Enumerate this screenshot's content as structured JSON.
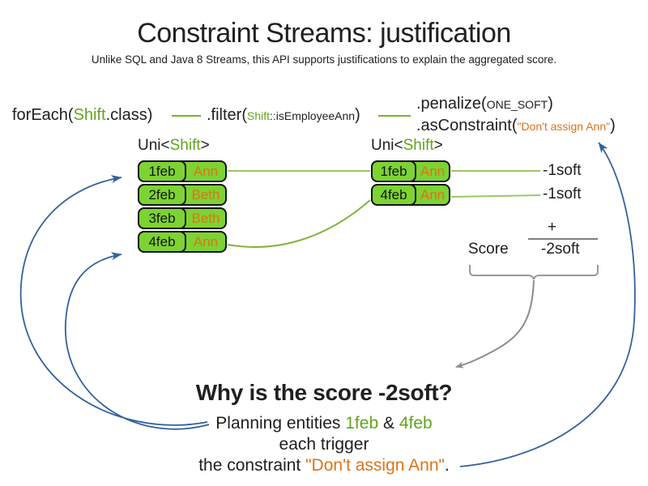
{
  "slide": {
    "title": "Constraint Streams: justification",
    "subtitle": "Unlike SQL and Java 8 Streams, this API supports justifications to explain the aggregated score."
  },
  "code": {
    "foreach_prefix": "forEach(",
    "foreach_class": "Shift",
    "foreach_suffix": ".class)",
    "filter_prefix": ".filter(",
    "filter_arg_class": "Shift",
    "filter_arg_rest": "::isEmployeeAnn",
    "filter_suffix": ")",
    "penalize_prefix": ".penalize(",
    "penalize_arg": "ONE_SOFT",
    "penalize_suffix": ")",
    "asconstraint_prefix": ".asConstraint(",
    "asconstraint_arg": "\"Don't assign Ann\"",
    "asconstraint_suffix": ")"
  },
  "left_stream": {
    "type_prefix": "Uni<",
    "type_name": "Shift",
    "type_suffix": ">",
    "rows": [
      {
        "date": "1feb",
        "employee": "Ann"
      },
      {
        "date": "2feb",
        "employee": "Beth"
      },
      {
        "date": "3feb",
        "employee": "Beth"
      },
      {
        "date": "4feb",
        "employee": "Ann"
      }
    ]
  },
  "right_stream": {
    "type_prefix": "Uni<",
    "type_name": "Shift",
    "type_suffix": ">",
    "rows": [
      {
        "date": "1feb",
        "employee": "Ann"
      },
      {
        "date": "4feb",
        "employee": "Ann"
      }
    ]
  },
  "score_panel": {
    "match_scores": [
      "-1soft",
      "-1soft"
    ],
    "plus_sign": "+",
    "score_label": "Score",
    "total_score": "-2soft"
  },
  "explanation": {
    "heading": "Why is the score -2soft?",
    "line1_prefix": "Planning entities ",
    "line1_entity1": "1feb",
    "line1_separator": " & ",
    "line1_entity2": "4feb",
    "line2": "each trigger",
    "line3_prefix": "the constraint ",
    "line3_constraint": "\"Don't assign Ann\"",
    "line3_suffix": "."
  },
  "colors": {
    "green_text": "#62a41e",
    "green_fill": "#7cd332",
    "green_line_light": "#9cc768",
    "green_line_medium": "#82b43e",
    "orange_text": "#dd7418",
    "blue_arrow": "#33619e",
    "gray_arrow": "#8c8c8c",
    "black_text": "#202020"
  }
}
